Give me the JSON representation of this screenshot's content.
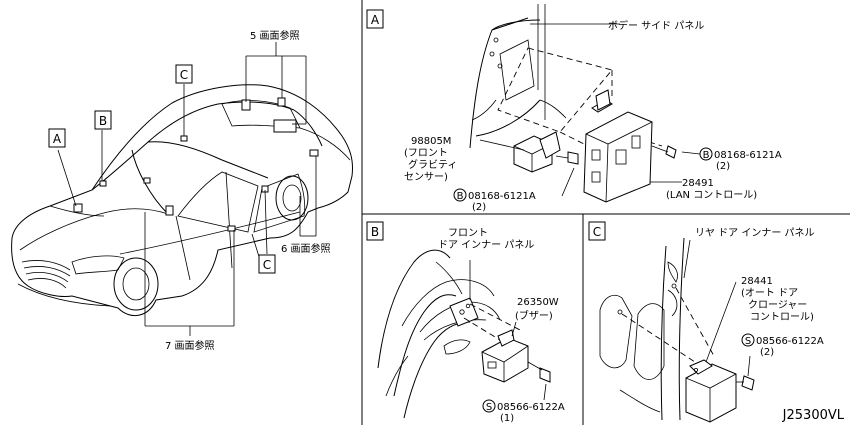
{
  "overview": {
    "ref_5": "5 画面参照",
    "ref_6": "6 画面参照",
    "ref_7": "7 画面参照",
    "callout_a": "A",
    "callout_b": "B",
    "callout_c_top": "C",
    "callout_c_bottom": "C"
  },
  "panel_a": {
    "tag": "A",
    "body_side_panel": "ボデー サイド パネル",
    "sensor_part_no": "98805M",
    "sensor_name_1": "(フロント",
    "sensor_name_2": "グラビティ",
    "sensor_name_3": "センサー)",
    "bolt_left_circle": "B",
    "bolt_left_no": "08168-6121A",
    "bolt_left_qty": "(2)",
    "bolt_right_circle": "B",
    "bolt_right_no": "08168-6121A",
    "bolt_right_qty": "(2)",
    "lan_part_no": "28491",
    "lan_name": "(LAN コントロール)"
  },
  "panel_b": {
    "tag": "B",
    "front_door_1": "フロント",
    "front_door_2": "ドア インナー パネル",
    "buzzer_part_no": "26350W",
    "buzzer_name": "(ブザー)",
    "screw_circle": "S",
    "screw_no": "08566-6122A",
    "screw_qty": "(1)"
  },
  "panel_c": {
    "tag": "C",
    "rear_door": "リヤ ドア インナー パネル",
    "closer_part_no": "28441",
    "closer_name_1": "(オート ドア",
    "closer_name_2": "クロージャー",
    "closer_name_3": "コントロール)",
    "screw_circle": "S",
    "screw_no": "08566-6122A",
    "screw_qty": "(2)"
  },
  "diagram_id": "J25300VL"
}
